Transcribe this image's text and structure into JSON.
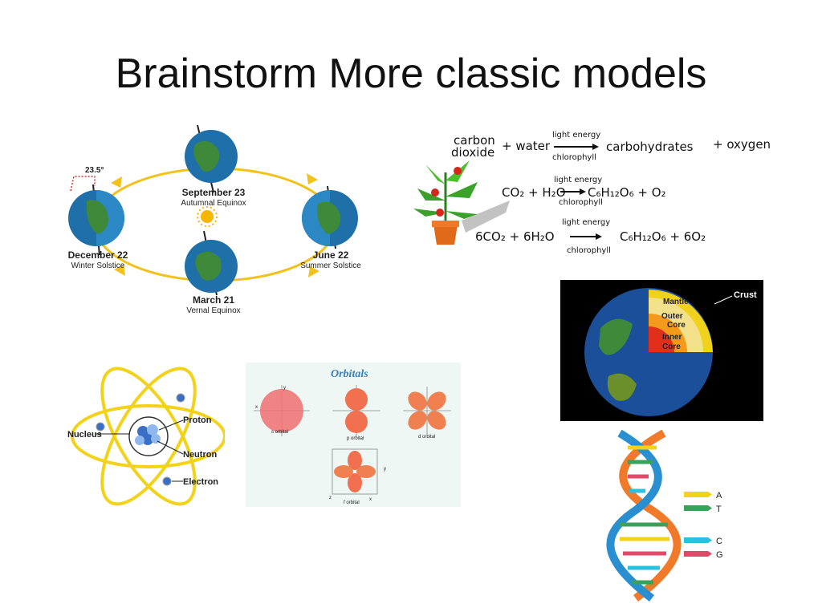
{
  "slide": {
    "title": "Brainstorm More classic models"
  },
  "seasons": {
    "tilt": "23.5°",
    "sep_date": "September 23",
    "sep_name": "Autumnal Equinox",
    "dec_date": "December 22",
    "dec_name": "Winter Solstice",
    "jun_date": "June 22",
    "jun_name": "Summer Solstice",
    "mar_date": "March 21",
    "mar_name": "Vernal Equinox"
  },
  "photosynthesis": {
    "row1": {
      "reactant1": "carbon",
      "reactant1b": "dioxide",
      "reactant2": "+ water",
      "above": "light energy",
      "below": "chlorophyll",
      "product1": "carbohydrates",
      "product2": "+ oxygen"
    },
    "row2": {
      "left": "CO₂ + H₂O",
      "above": "light energy",
      "below": "chlorophyll",
      "right": "C₆H₁₂O₆ + O₂"
    },
    "row3": {
      "left": "6CO₂ +  6H₂O",
      "above": "light energy",
      "below": "chlorophyll",
      "right": "C₆H₁₂O₆  + 6O₂"
    }
  },
  "earth_layers": {
    "crust": "Crust",
    "mantle": "Mantle",
    "outer1": "Outer",
    "outer2": "Core",
    "inner1": "Inner",
    "inner2": "Core"
  },
  "atom": {
    "nucleus": "Nucleus",
    "proton": "Proton",
    "neutron": "Neutron",
    "electron": "Electron"
  },
  "orbitals": {
    "title": "Orbitals",
    "s": "s orbital",
    "p": "p orbital",
    "d": "d orbital",
    "f": "f orbital",
    "x": "x",
    "y": "y",
    "z": "z"
  },
  "dna": {
    "a": "A",
    "t": "T",
    "c": "C",
    "g": "G"
  },
  "colors": {
    "orbit_yellow": "#f2c21b",
    "globe_blue": "#1f6fa8",
    "land_green": "#3f8a3a"
  }
}
